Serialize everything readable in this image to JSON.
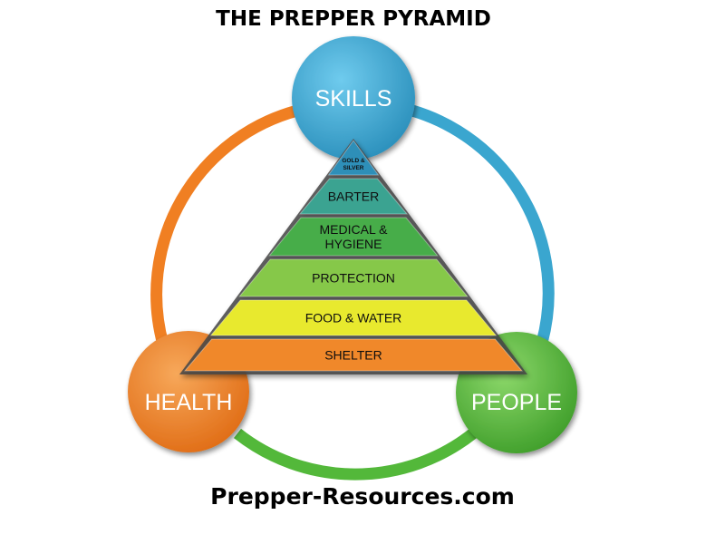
{
  "title": "THE PREPPER PYRAMID",
  "footer": "Prepper-Resources.com",
  "nodes": {
    "skills": {
      "label": "SKILLS",
      "color": "#3aa6cf"
    },
    "health": {
      "label": "HEALTH",
      "color": "#f07f22"
    },
    "people": {
      "label": "PEOPLE",
      "color": "#53b83a"
    }
  },
  "arcs": {
    "skills_people": "#3aa6cf",
    "people_health": "#53b83a",
    "health_skills": "#f07f22"
  },
  "pyramid": {
    "tiers": [
      {
        "lines": [
          "GOLD &",
          "SILVER"
        ],
        "color": "#2f8fb8"
      },
      {
        "lines": [
          "BARTER"
        ],
        "color": "#3aa391"
      },
      {
        "lines": [
          "MEDICAL &",
          "HYGIENE"
        ],
        "color": "#47ad4a"
      },
      {
        "lines": [
          "PROTECTION"
        ],
        "color": "#86c84a"
      },
      {
        "lines": [
          "FOOD & WATER"
        ],
        "color": "#e8e92e"
      },
      {
        "lines": [
          "SHELTER"
        ],
        "color": "#f0882a"
      }
    ]
  }
}
